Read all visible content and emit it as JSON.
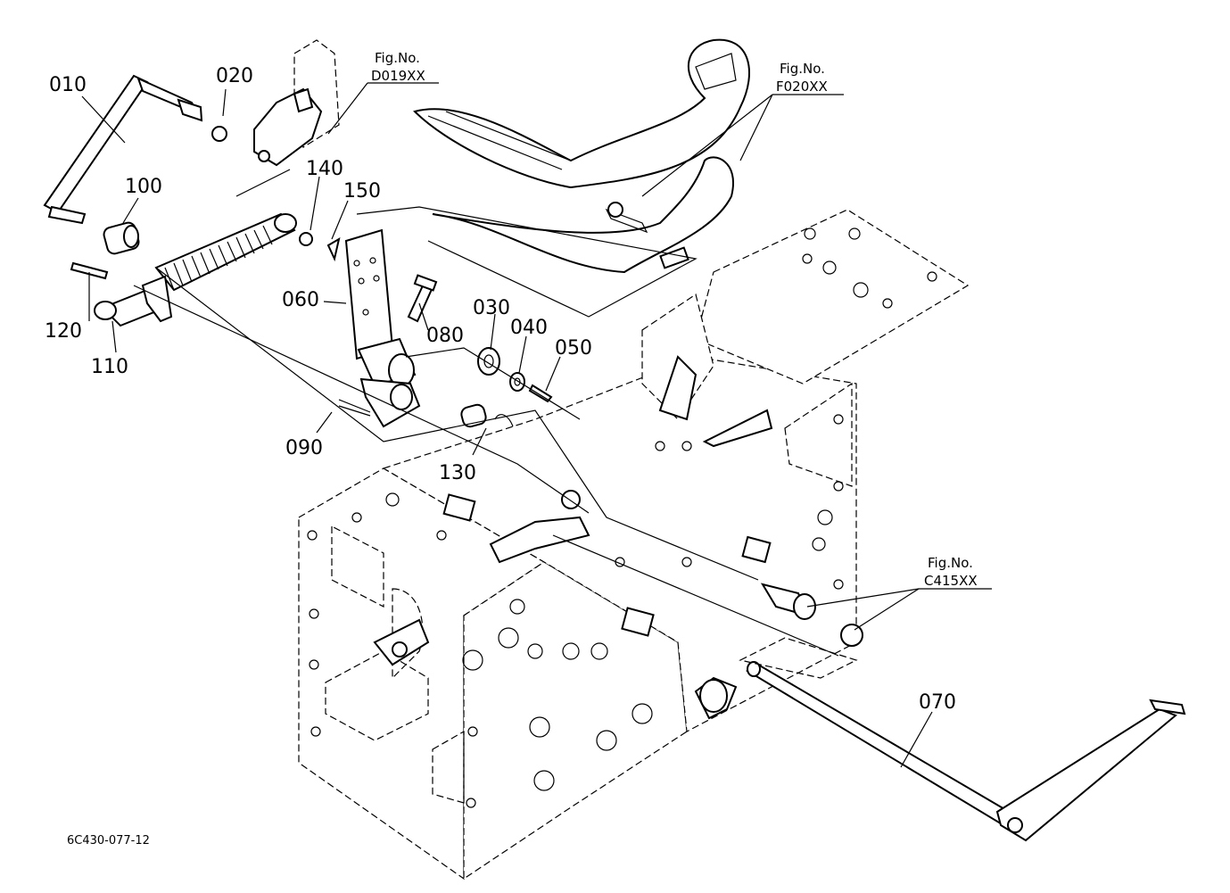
{
  "diagram": {
    "drawing_code": "6C430-077-12",
    "parts": [
      "010",
      "020",
      "030",
      "040",
      "050",
      "060",
      "070",
      "080",
      "090",
      "100",
      "110",
      "120",
      "130",
      "140",
      "150"
    ],
    "figure_refs": [
      {
        "prefix": "Fig.No.",
        "code": "D019XX"
      },
      {
        "prefix": "Fig.No.",
        "code": "F020XX"
      },
      {
        "prefix": "Fig.No.",
        "code": "C415XX"
      }
    ]
  }
}
